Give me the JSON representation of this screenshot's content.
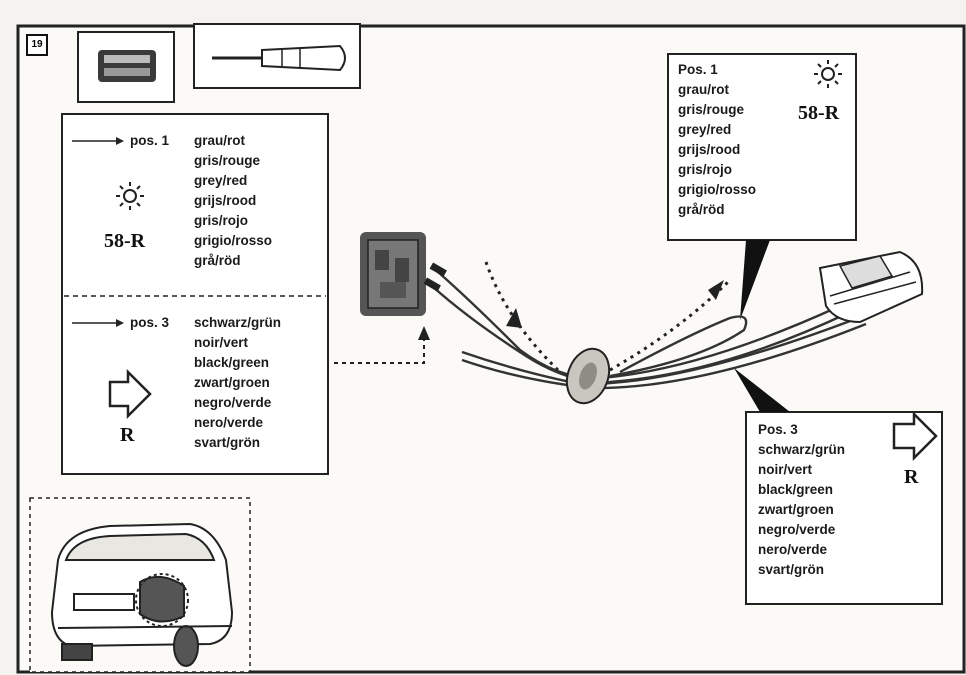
{
  "step_number": "19",
  "left_box": {
    "pos1": {
      "label": "pos. 1",
      "colors": [
        "grau/rot",
        "gris/rouge",
        "grey/red",
        "grijs/rood",
        "gris/rojo",
        "grigio/rosso",
        "grå/röd"
      ],
      "code": "58-R",
      "icon": "lamp-icon"
    },
    "pos3": {
      "label": "pos. 3",
      "colors": [
        "schwarz/grün",
        "noir/vert",
        "black/green",
        "zwart/groen",
        "negro/verde",
        "nero/verde",
        "svart/grön"
      ],
      "code": "R",
      "icon": "outline-arrow-right-icon"
    }
  },
  "top_right_box": {
    "title": "Pos. 1",
    "colors": [
      "grau/rot",
      "gris/rouge",
      "grey/red",
      "grijs/rood",
      "gris/rojo",
      "grigio/rosso",
      "grå/röd"
    ],
    "code": "58-R",
    "icon": "lamp-icon"
  },
  "bottom_right_box": {
    "title": "Pos. 3",
    "colors": [
      "schwarz/grün",
      "noir/vert",
      "black/green",
      "zwart/groen",
      "negro/verde",
      "nero/verde",
      "svart/grön"
    ],
    "code": "R",
    "icon": "outline-arrow-right-icon"
  },
  "tools": [
    "connector-tool-icon",
    "screwdriver-icon"
  ],
  "colors": {
    "line": "#1a1a1a",
    "paper": "#f4f3ef",
    "box": "#ffffff"
  }
}
